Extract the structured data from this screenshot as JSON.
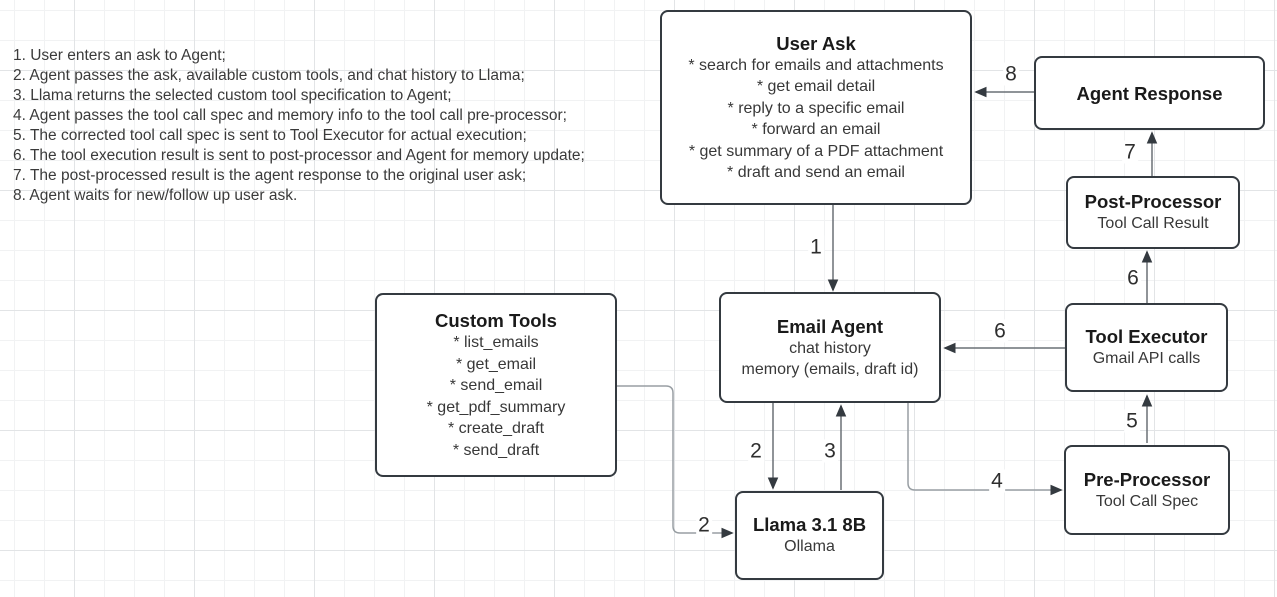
{
  "notes": [
    "1. User enters an ask to Agent;",
    "2. Agent passes the ask, available custom tools, and chat history to Llama;",
    "3. Llama returns the selected custom tool specification to Agent;",
    "4. Agent passes the tool call spec and memory info to the tool call pre-processor;",
    "5. The corrected tool call spec is sent to Tool Executor for actual execution;",
    "6. The tool execution result is sent to post-processor and Agent for memory update;",
    "7. The post-processed result is the agent response to the original user ask;",
    "8. Agent waits for new/follow up user ask."
  ],
  "nodes": {
    "user_ask": {
      "title": "User Ask",
      "items": [
        "* search for emails and attachments",
        "* get email detail",
        "* reply to a specific email",
        "* forward an email",
        "* get summary of a PDF attachment",
        "* draft and send an email"
      ]
    },
    "agent_response": {
      "title": "Agent Response"
    },
    "post_processor": {
      "title": "Post-Processor",
      "subtitle": "Tool Call Result"
    },
    "tool_executor": {
      "title": "Tool Executor",
      "subtitle": "Gmail API calls"
    },
    "pre_processor": {
      "title": "Pre-Processor",
      "subtitle": "Tool Call Spec"
    },
    "email_agent": {
      "title": "Email Agent",
      "lines": [
        "chat history",
        "memory (emails, draft id)"
      ]
    },
    "custom_tools": {
      "title": "Custom Tools",
      "items": [
        "* list_emails",
        "* get_email",
        "* send_email",
        "* get_pdf_summary",
        "* create_draft",
        "* send_draft"
      ]
    },
    "llama": {
      "title": "Llama 3.1 8B",
      "subtitle": "Ollama"
    }
  },
  "edges": {
    "user_ask_to_email_agent": "1",
    "email_agent_to_llama": "2",
    "custom_tools_to_llama": "2",
    "llama_to_email_agent": "3",
    "email_agent_to_pre_processor": "4",
    "pre_processor_to_tool_executor": "5",
    "tool_executor_to_email_agent": "6",
    "tool_executor_to_post_processor": "6",
    "post_processor_to_agent_response": "7",
    "agent_response_to_user_ask": "8"
  },
  "colors": {
    "node_border": "#343a40",
    "edge_line": "#6a7076",
    "edge_line_light": "#989ea3",
    "arrowhead": "#343a40",
    "text_body": "#383838",
    "text_title": "#1a1a1a",
    "grid_minor": "#f1f2f3",
    "grid_major": "#e2e4e6",
    "background": "#ffffff"
  }
}
